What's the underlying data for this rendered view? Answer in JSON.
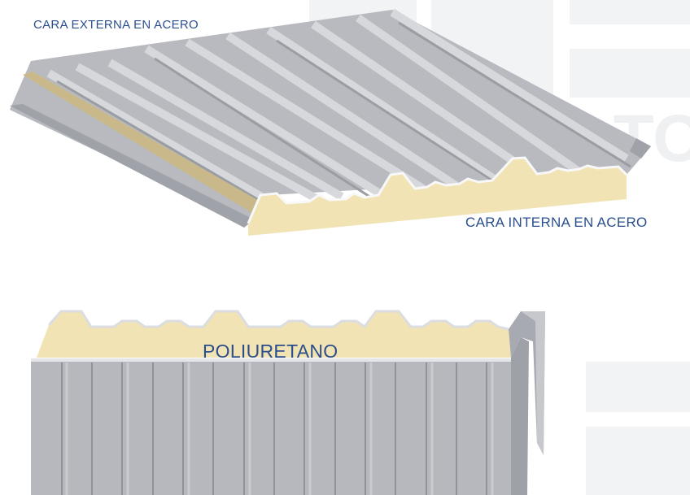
{
  "labels": {
    "external_face": "CARA EXTERNA EN ACERO",
    "internal_face": "CARA INTERNA EN ACERO",
    "core": "POLIURETANO"
  },
  "watermark": {
    "text": "ACEROS TOL"
  },
  "colors": {
    "label": "#2b4f8c",
    "steel": "#b5b7bc",
    "steel_light": "#d3d5da",
    "steel_dark": "#8d9096",
    "foam": "#f1e3b4",
    "watermark": "#f1f2f3"
  }
}
